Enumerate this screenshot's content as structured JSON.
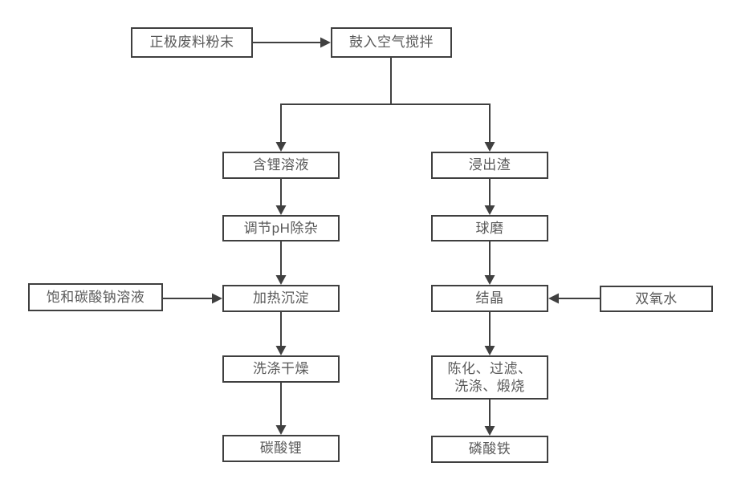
{
  "diagram": {
    "type": "flowchart",
    "background": "#ffffff",
    "colors": {
      "box_border": "#3f3f3f",
      "box_fill": "#ffffff",
      "text": "#595959",
      "connector": "#404040"
    },
    "nodes": {
      "feed_powder": {
        "label": "正极废料粉末"
      },
      "air_stir": {
        "label": "鼓入空气搅拌"
      },
      "li_solution": {
        "label": "含锂溶液"
      },
      "ph_adjust": {
        "label": "调节pH除杂"
      },
      "heat_precip": {
        "label": "加热沉淀"
      },
      "wash_dry": {
        "label": "洗涤干燥"
      },
      "li2co3": {
        "label": "碳酸锂"
      },
      "residue": {
        "label": "浸出渣"
      },
      "ball_mill": {
        "label": "球磨"
      },
      "crystallize": {
        "label": "结晶"
      },
      "aging": {
        "label": "陈化、过滤、\n洗涤、煅烧"
      },
      "fepo4": {
        "label": "磷酸铁"
      },
      "na2co3": {
        "label": "饱和碳酸钠溶液"
      },
      "h2o2": {
        "label": "双氧水"
      }
    },
    "edges": [
      {
        "from": "feed_powder",
        "to": "air_stir"
      },
      {
        "from": "air_stir",
        "to": "li_solution"
      },
      {
        "from": "air_stir",
        "to": "residue"
      },
      {
        "from": "li_solution",
        "to": "ph_adjust"
      },
      {
        "from": "ph_adjust",
        "to": "heat_precip"
      },
      {
        "from": "na2co3",
        "to": "heat_precip"
      },
      {
        "from": "heat_precip",
        "to": "wash_dry"
      },
      {
        "from": "wash_dry",
        "to": "li2co3"
      },
      {
        "from": "residue",
        "to": "ball_mill"
      },
      {
        "from": "ball_mill",
        "to": "crystallize"
      },
      {
        "from": "h2o2",
        "to": "crystallize"
      },
      {
        "from": "crystallize",
        "to": "aging"
      },
      {
        "from": "aging",
        "to": "fepo4"
      }
    ]
  }
}
